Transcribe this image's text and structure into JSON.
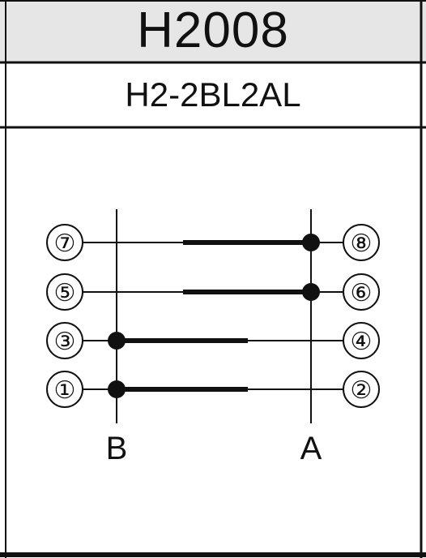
{
  "header": {
    "model": "H2008",
    "code": "H2-2BL2AL"
  },
  "diagram": {
    "side_left_label": "B",
    "side_right_label": "A",
    "rows": [
      {
        "left_terminal": "⑦",
        "right_terminal": "⑧",
        "contact_side": "A"
      },
      {
        "left_terminal": "⑤",
        "right_terminal": "⑥",
        "contact_side": "A"
      },
      {
        "left_terminal": "③",
        "right_terminal": "④",
        "contact_side": "B"
      },
      {
        "left_terminal": "①",
        "right_terminal": "②",
        "contact_side": "B"
      }
    ]
  }
}
